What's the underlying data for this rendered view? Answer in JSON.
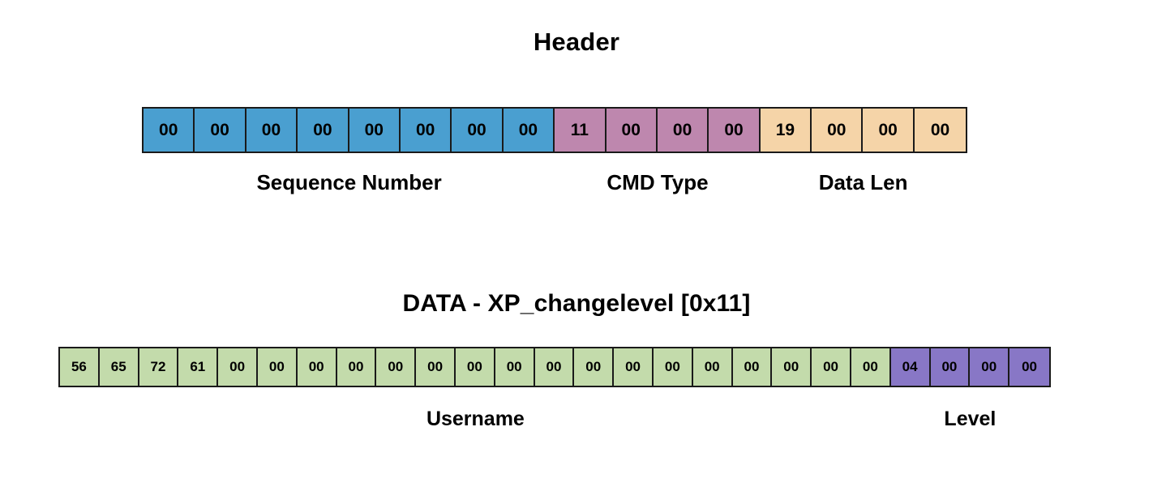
{
  "diagram": {
    "header": {
      "title": "Header",
      "segments": [
        {
          "name": "sequence-number",
          "label": "Sequence Number",
          "color": "#4a9fd0",
          "bytes": [
            "00",
            "00",
            "00",
            "00",
            "00",
            "00",
            "00",
            "00"
          ]
        },
        {
          "name": "cmd-type",
          "label": "CMD Type",
          "color": "#be87ae",
          "bytes": [
            "11",
            "00",
            "00",
            "00"
          ]
        },
        {
          "name": "data-len",
          "label": "Data Len",
          "color": "#f5d4a8",
          "bytes": [
            "19",
            "00",
            "00",
            "00"
          ]
        }
      ]
    },
    "data": {
      "title": "DATA - XP_changelevel [0x11]",
      "segments": [
        {
          "name": "username",
          "label": "Username",
          "color": "#c3dbab",
          "bytes": [
            "56",
            "65",
            "72",
            "61",
            "00",
            "00",
            "00",
            "00",
            "00",
            "00",
            "00",
            "00",
            "00",
            "00",
            "00",
            "00",
            "00",
            "00",
            "00",
            "00",
            "00"
          ]
        },
        {
          "name": "level",
          "label": "Level",
          "color": "#8877c6",
          "bytes": [
            "04",
            "00",
            "00",
            "00"
          ]
        }
      ]
    }
  }
}
